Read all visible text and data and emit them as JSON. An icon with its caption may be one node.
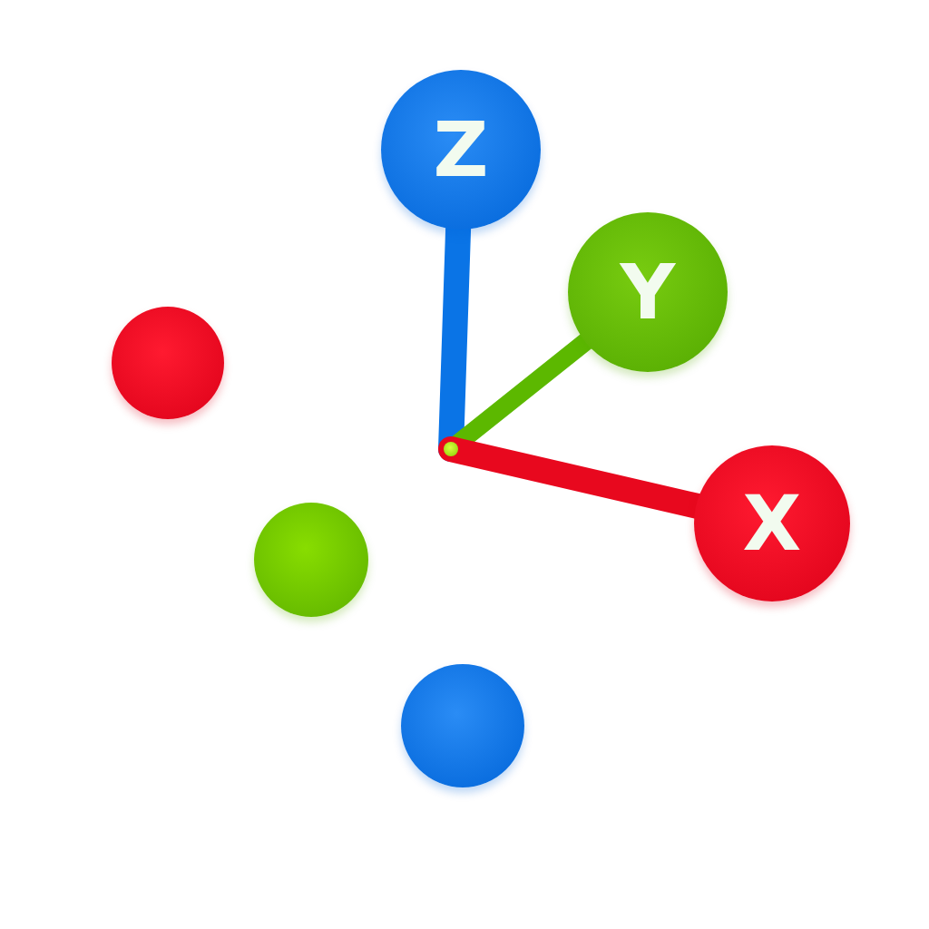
{
  "diagram": {
    "nodes": [
      {
        "text": [
          "Z"
        ]
      },
      {
        "text": [
          "Y"
        ]
      },
      {
        "text": [],
        "shape": "circle"
      },
      {
        "text": [],
        "shape": "circle"
      },
      {
        "text": [
          "X"
        ]
      },
      {
        "text": [],
        "shape": "circle"
      },
      {
        "text": [],
        "shape": "circle"
      }
    ],
    "edges": [
      {
        "from": 3,
        "to": 0,
        "arrow": "none",
        "color": "#0a74e6"
      },
      {
        "from": 3,
        "to": 1,
        "arrow": "none",
        "color": "#5cb800"
      },
      {
        "from": 3,
        "to": 4,
        "arrow": "none",
        "color": "#e8081e"
      }
    ]
  }
}
